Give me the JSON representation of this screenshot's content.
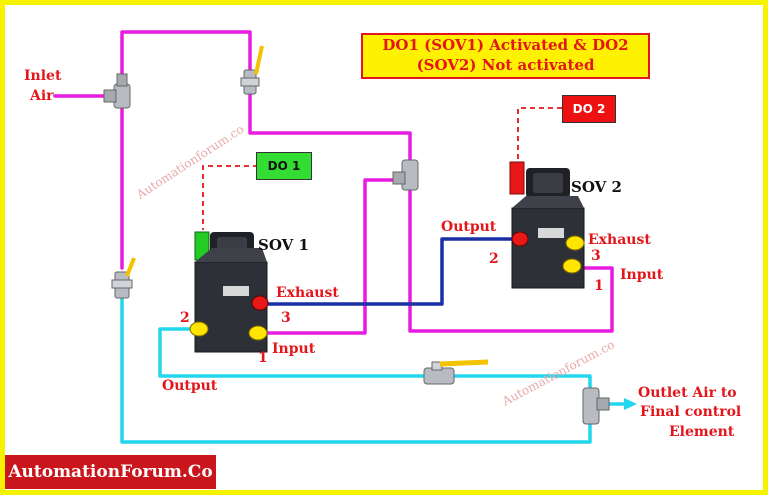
{
  "title": {
    "line1": "DO1 (SOV1) Activated & DO2",
    "line2": "(SOV2) Not activated"
  },
  "tags": {
    "do1": "DO 1",
    "do2": "DO 2"
  },
  "valves": {
    "sov1": "SOV 1",
    "sov2": "SOV 2"
  },
  "labels": {
    "inlet_line1": "Inlet",
    "inlet_line2": "Air",
    "exhaust": "Exhaust",
    "input": "Input",
    "output": "Output",
    "outlet_line1": "Outlet Air to",
    "outlet_line2": "Final control",
    "outlet_line3": "Element"
  },
  "ports": {
    "sov1": {
      "p1": "1",
      "p2": "2",
      "p3": "3"
    },
    "sov2": {
      "p1": "1",
      "p2": "2",
      "p3": "3"
    }
  },
  "watermark": "Automationforum.co",
  "brand": "AutomationForum.Co",
  "colors": {
    "border": "#f5f300",
    "supply_line": "#e81ce0",
    "output_line": "#22d6ee",
    "exhaust_line": "#1a2fa6",
    "label_red": "#e3161b",
    "do1_tag": "#33dd33",
    "do2_tag": "#ee1111",
    "port_open": "#ffe500",
    "port_blocked": "#e81818",
    "brand_bg": "#c9161d"
  }
}
